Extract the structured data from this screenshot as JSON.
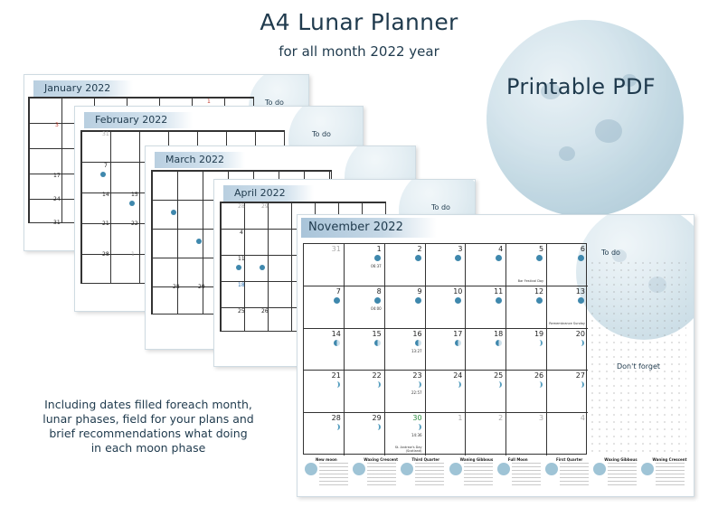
{
  "page": {
    "title": "A4  Lunar Planner",
    "subtitle": "for all month 2022 year",
    "badge": "Printable PDF",
    "description": [
      "Including dates filled foreach month,",
      "lunar phases, field for your plans and",
      "brief recommendations what doing",
      "in each moon phase"
    ]
  },
  "sheets": [
    {
      "month": "January  2022",
      "todo": "To do"
    },
    {
      "month": "February 2022",
      "todo": "To do"
    },
    {
      "month": "March   2022",
      "todo": ""
    },
    {
      "month": "April   2022",
      "todo": "To do"
    }
  ],
  "january_dates": [
    "1",
    "3",
    "17",
    "24",
    "31"
  ],
  "february_dates": [
    "31",
    "7",
    "14",
    "15",
    "21",
    "22",
    "28",
    "1"
  ],
  "march_dates": [
    "28",
    "29"
  ],
  "april_dates": [
    "28",
    "29",
    "4",
    "11",
    "18",
    "25",
    "26"
  ],
  "november": {
    "month": "November 2022",
    "todo": "To do",
    "forget": "Don't forget",
    "weeks": [
      [
        {
          "d": "31",
          "grey": true
        },
        {
          "d": "1",
          "time": "06:37"
        },
        {
          "d": "2"
        },
        {
          "d": "3"
        },
        {
          "d": "4"
        },
        {
          "d": "5",
          "event": "Bar Festival Day"
        },
        {
          "d": "6"
        }
      ],
      [
        {
          "d": "7"
        },
        {
          "d": "8",
          "time": "04:00"
        },
        {
          "d": "9"
        },
        {
          "d": "10"
        },
        {
          "d": "11"
        },
        {
          "d": "12"
        },
        {
          "d": "13",
          "event": "Remembrance Sunday"
        }
      ],
      [
        {
          "d": "14"
        },
        {
          "d": "15"
        },
        {
          "d": "16",
          "time": "13:27"
        },
        {
          "d": "17"
        },
        {
          "d": "18"
        },
        {
          "d": "19"
        },
        {
          "d": "20"
        }
      ],
      [
        {
          "d": "21"
        },
        {
          "d": "22"
        },
        {
          "d": "23",
          "time": "22:57"
        },
        {
          "d": "24"
        },
        {
          "d": "25"
        },
        {
          "d": "26"
        },
        {
          "d": "27"
        }
      ],
      [
        {
          "d": "28"
        },
        {
          "d": "29"
        },
        {
          "d": "30",
          "green": true,
          "time": "14:36",
          "event": "St. Andrew's Day (Scotland)"
        },
        {
          "d": "1",
          "grey": true
        },
        {
          "d": "2",
          "grey": true
        },
        {
          "d": "3",
          "grey": true
        },
        {
          "d": "4",
          "grey": true
        }
      ]
    ],
    "phases": [
      "New moon",
      "Waxing Crescent",
      "Third Quarter",
      "Waning Gibbous",
      "Full Moon",
      "First Quarter",
      "Waxing Gibbous",
      "Waning Crescent"
    ]
  },
  "colors": {
    "accent": "#1f3a4d",
    "moon_blue": "#3f88ad",
    "header_band": "#b9cfe0",
    "highlight_green": "#2a8a3e",
    "highlight_red": "#c0392b"
  }
}
